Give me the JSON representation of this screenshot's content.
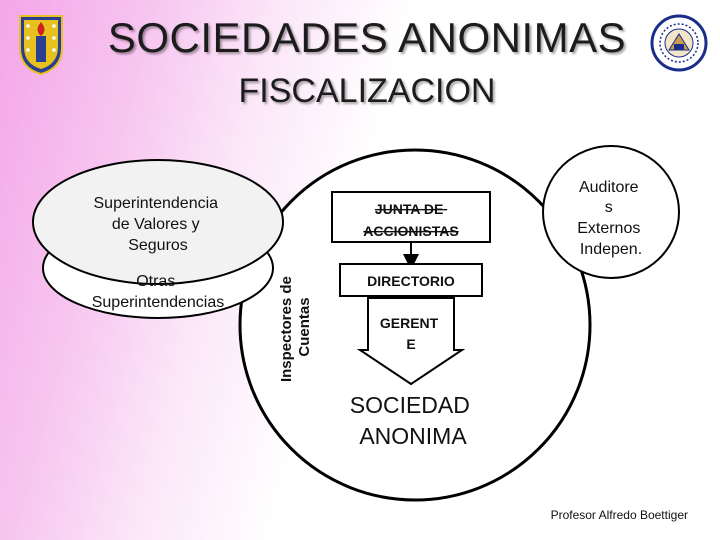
{
  "title": "SOCIEDADES ANONIMAS",
  "subtitle": "FISCALIZACION",
  "logos": {
    "left": {
      "name": "university-shield-logo",
      "colors": {
        "shield": "#2a3f8f",
        "accent": "#e8c020",
        "flame": "#d02020"
      }
    },
    "right": {
      "name": "accounting-seal-logo",
      "colors": {
        "ring": "#1a2d8a",
        "center": "#c8a050"
      }
    }
  },
  "diagram": {
    "oval_sviss": {
      "line1": "Superintendencia",
      "line2": "de Valores y",
      "line3": "Seguros"
    },
    "oval_otras": {
      "line1": "Otras",
      "line2": "Superintendencias"
    },
    "inspectores": {
      "line1": "Inspectores de",
      "line2": "Cuentas"
    },
    "junta": {
      "line1": "JUNTA DE",
      "line2": "ACCIONISTAS"
    },
    "directorio": "DIRECTORIO",
    "gerente": {
      "line1": "GERENT",
      "line2": "E"
    },
    "sociedad": {
      "line1": "SOCIEDAD",
      "line2": "ANONIMA"
    },
    "auditores": {
      "line1": "Auditore",
      "line2": "s",
      "line3": "Externos",
      "line4": "Indepen."
    }
  },
  "colors": {
    "box_fill": "#ffffff",
    "stroke": "#000000",
    "ellipse_fill": "#f2f2f2"
  },
  "footer": "Profesor Alfredo Boettiger"
}
